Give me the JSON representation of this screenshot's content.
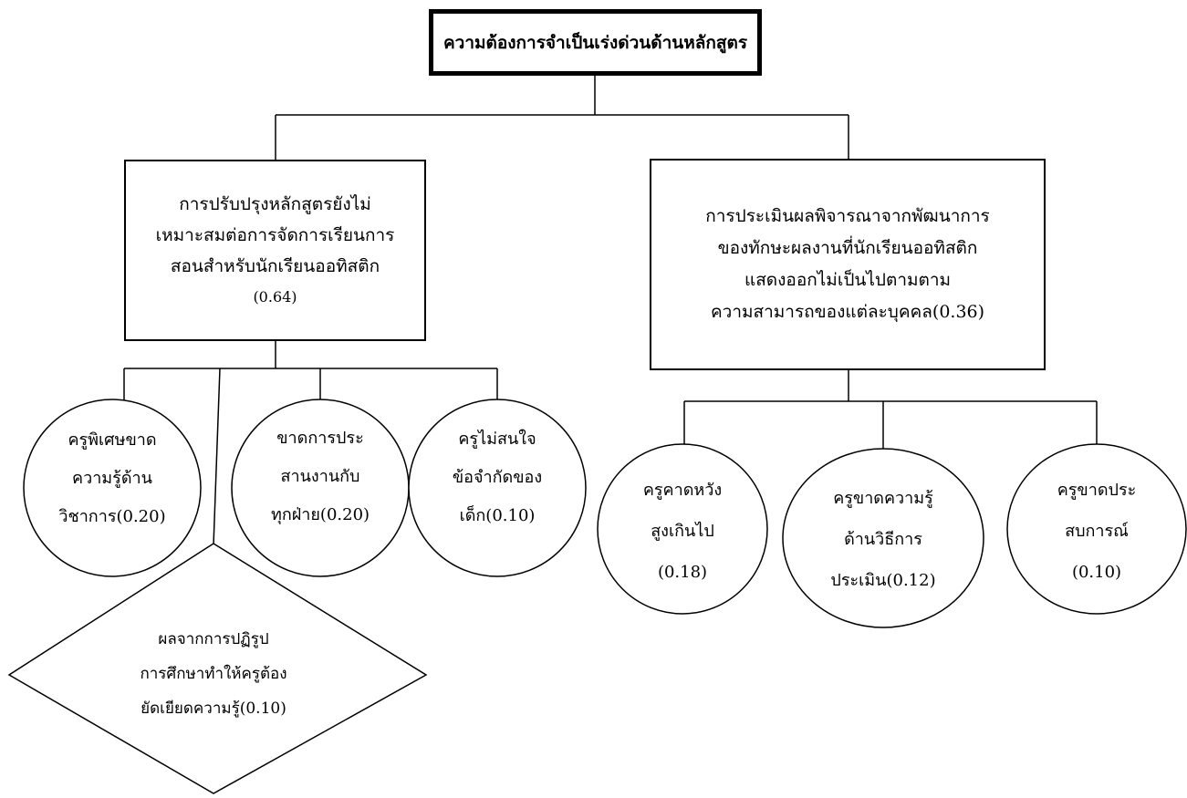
{
  "root": {
    "label": "ความต้องการจำเป็นเร่งด่วนด้านหลักสูตร"
  },
  "branches": [
    {
      "lines": [
        "การปรับปรุงหลักสูตรยังไม่",
        "เหมาะสมต่อการจัดการเรียนการ",
        "สอนสำหรับนักเรียนออทิสติก",
        "(0.64)"
      ],
      "children": [
        {
          "shape": "circle",
          "lines": [
            "ครูพิเศษขาด",
            "ความรู้ด้าน",
            "วิชาการ(0.20)"
          ]
        },
        {
          "shape": "diamond",
          "lines": [
            "ผลจากการปฏิรูป",
            "การศึกษาทำให้ครูต้อง",
            "ยัดเยียดความรู้(0.10)"
          ]
        },
        {
          "shape": "circle",
          "lines": [
            "ขาดการประ",
            "สานงานกับ",
            "ทุกฝ่าย(0.20)"
          ]
        },
        {
          "shape": "circle",
          "lines": [
            "ครูไม่สนใจ",
            "ข้อจำกัดของ",
            "เด็ก(0.10)"
          ]
        }
      ]
    },
    {
      "lines": [
        "การประเมินผลพิจารณาจากพัฒนาการ",
        "ของทักษะผลงานที่นักเรียนออทิสติก",
        "แสดงออกไม่เป็นไปตามตาม",
        "ความสามารถของแต่ละบุคคล(0.36)"
      ],
      "children": [
        {
          "shape": "circle",
          "lines": [
            "ครูคาดหวัง",
            "สูงเกินไป",
            "(0.18)"
          ]
        },
        {
          "shape": "circle",
          "lines": [
            "ครูขาดความรู้",
            "ด้านวิธีการ",
            "ประเมิน(0.12)"
          ]
        },
        {
          "shape": "circle",
          "lines": [
            "ครูขาดประ",
            "สบการณ์",
            "(0.10)"
          ]
        }
      ]
    }
  ]
}
